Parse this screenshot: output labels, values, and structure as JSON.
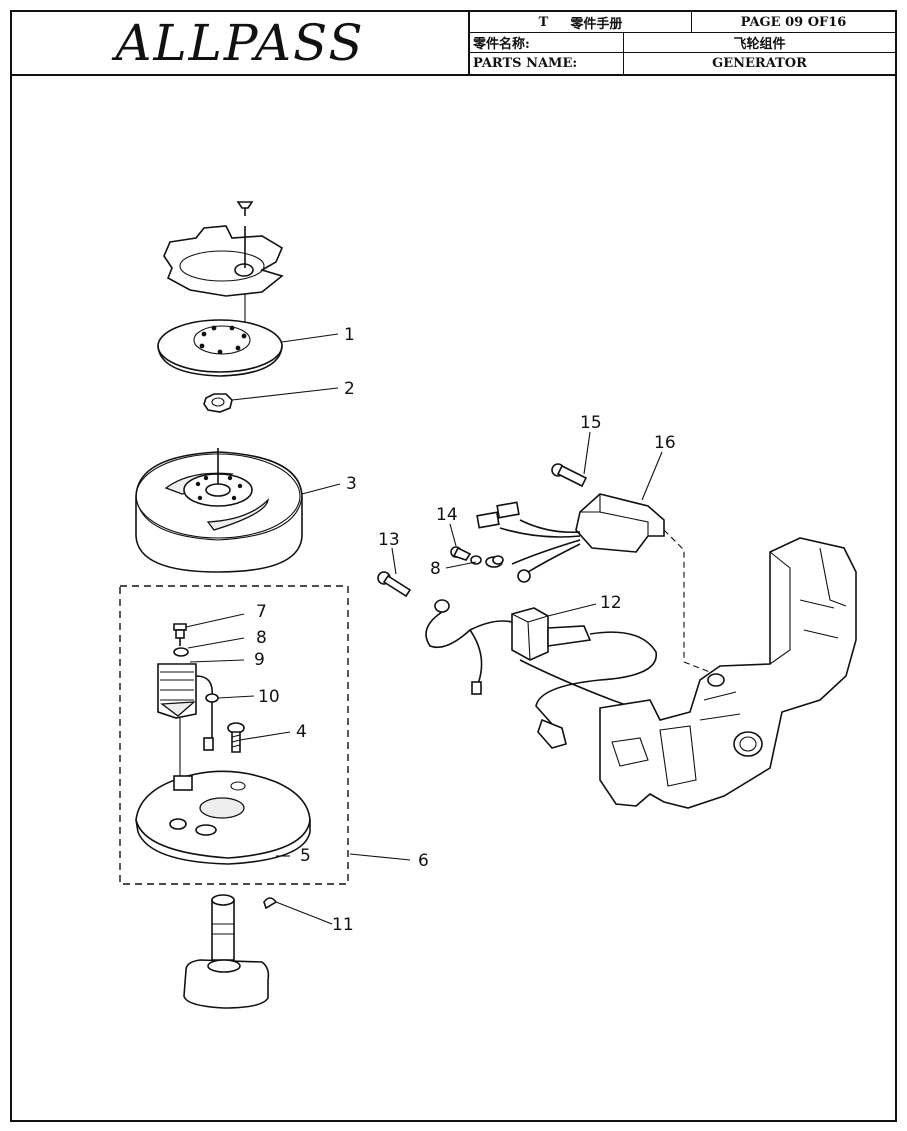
{
  "header": {
    "brand": "ALLPASS",
    "model_code": "T",
    "manual_title": "零件手册",
    "page": "PAGE 09 OF16",
    "parts_name_cn_label": "零件名称:",
    "parts_name_cn_value": "飞轮组件",
    "parts_name_en_label": "PARTS NAME:",
    "parts_name_en_value": "GENERATOR"
  },
  "callouts": [
    "1",
    "2",
    "3",
    "4",
    "5",
    "6",
    "7",
    "8",
    "9",
    "10",
    "11",
    "12",
    "13",
    "14",
    "8",
    "15",
    "16"
  ]
}
